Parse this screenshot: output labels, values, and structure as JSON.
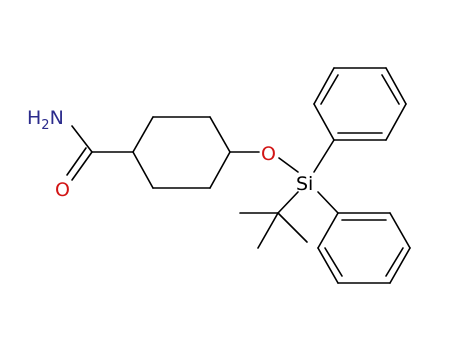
{
  "colors": {
    "bond": "#000000",
    "carbon_label": "#000000",
    "nitrogen": "#2b2b8c",
    "oxygen": "#d21414",
    "silicon": "#000000"
  },
  "atoms": {
    "amide_nitrogen": {
      "symbol": "H",
      "subscript": "2",
      "tail": "N"
    },
    "carbonyl_oxygen": {
      "symbol": "O"
    },
    "ether_oxygen": {
      "symbol": "O"
    },
    "silicon": {
      "symbol": "Si"
    }
  }
}
